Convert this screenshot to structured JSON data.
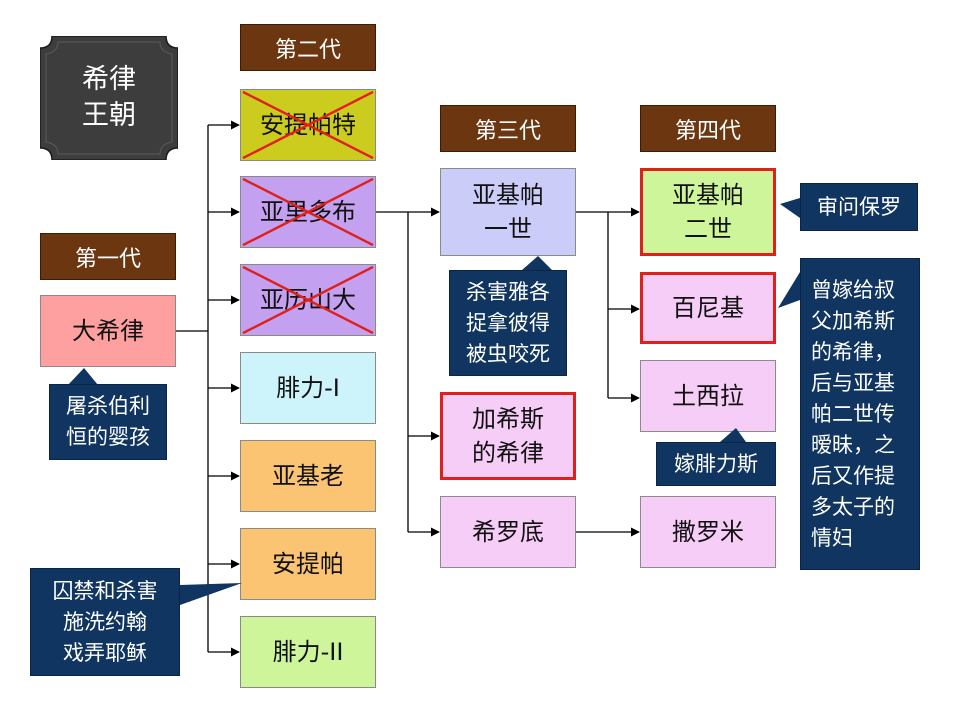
{
  "title": "希律\n王朝",
  "generations": {
    "g1": "第一代",
    "g2": "第二代",
    "g3": "第三代",
    "g4": "第四代"
  },
  "people": {
    "herod_great": "大希律",
    "antipater": "安提帕特",
    "aristobulus": "亚里多布",
    "alexander": "亚历山大",
    "philip1": "腓力-I",
    "archelaus": "亚基老",
    "antipas": "安提帕",
    "philip2": "腓力-II",
    "agrippa1": "亚基帕\n一世",
    "herod_chalcis": "加希斯\n的希律",
    "herodias": "希罗底",
    "agrippa2": "亚基帕\n二世",
    "bernice": "百尼基",
    "drusilla": "土西拉",
    "salome": "撒罗米"
  },
  "notes": {
    "infants": "屠杀伯利\n恒的婴孩",
    "john_jesus": "囚禁和杀害\n施洗约翰\n戏弄耶稣",
    "agrippa1_note": "杀害雅各\n捉拿彼得\n被虫咬死",
    "paul": "审问保罗",
    "bernice_note": "曾嫁给叔\n父加希斯\n的希律，\n后与亚基\n帕二世传\n暧昧，之\n后又作提\n多太子的\n情妇",
    "drusilla_note": "嫁腓力斯"
  },
  "colors": {
    "header_brown": "#6b3610",
    "callout_navy": "#0f3560",
    "highlight_red": "#e0201b",
    "pink": "#ffa0a0",
    "olive": "#cccc1e",
    "lavender": "#c4a0f0",
    "light_cyan": "#ccf4fa",
    "orange": "#fac472",
    "light_green": "#cef59a",
    "periwinkle": "#ccccf8",
    "light_pink": "#f5cdf6"
  }
}
